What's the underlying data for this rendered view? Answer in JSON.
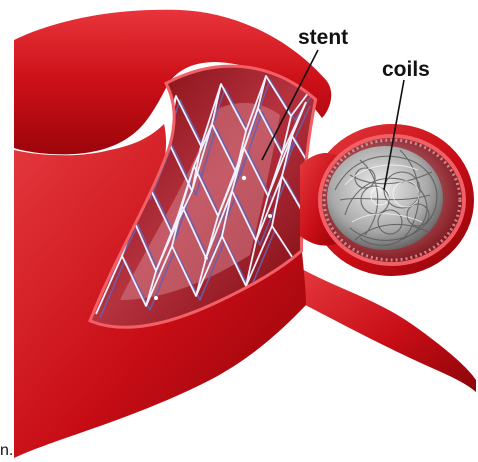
{
  "figure": {
    "labels": {
      "stent": "stent",
      "coils": "coils"
    },
    "edge_fragment": "n.",
    "colors": {
      "vessel_dark": "#a4050c",
      "vessel_main": "#d0101a",
      "vessel_light": "#e8343a",
      "lumen": "#8e0a0f",
      "lumen_inner": "#c44a58",
      "stent_wire": "#f1f1ff",
      "stent_shadow": "#6a5fb0",
      "coil": "#cfcfcf",
      "coil_dark": "#555555"
    }
  }
}
